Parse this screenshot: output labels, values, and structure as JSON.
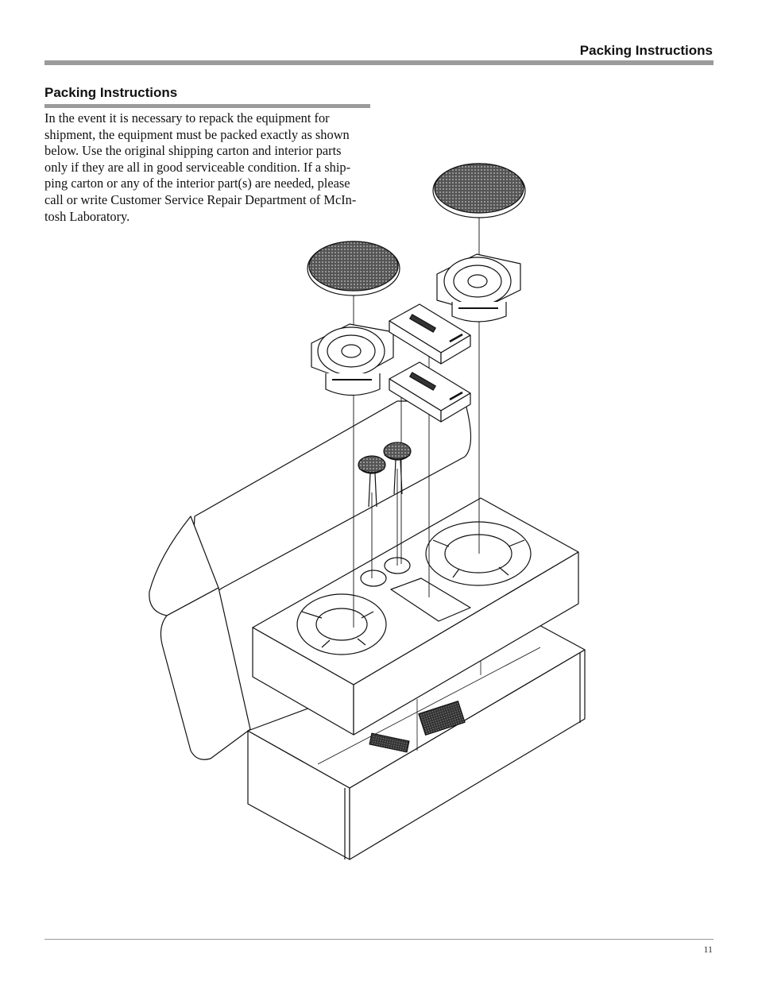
{
  "header": {
    "title": "Packing Instructions"
  },
  "section": {
    "heading": "Packing Instructions",
    "lines": [
      "In the event it is necessary to repack the equipment for",
      "shipment, the equipment must be packed exactly as shown",
      "below. Use the original shipping carton and interior parts",
      "only if they are all in good serviceable condition. If a ship-",
      "ping carton or any of the interior part(s) are needed, please",
      "call or write Customer Service Repair Department of McIn-",
      "tosh Laboratory."
    ]
  },
  "footer": {
    "page_number": "11"
  }
}
